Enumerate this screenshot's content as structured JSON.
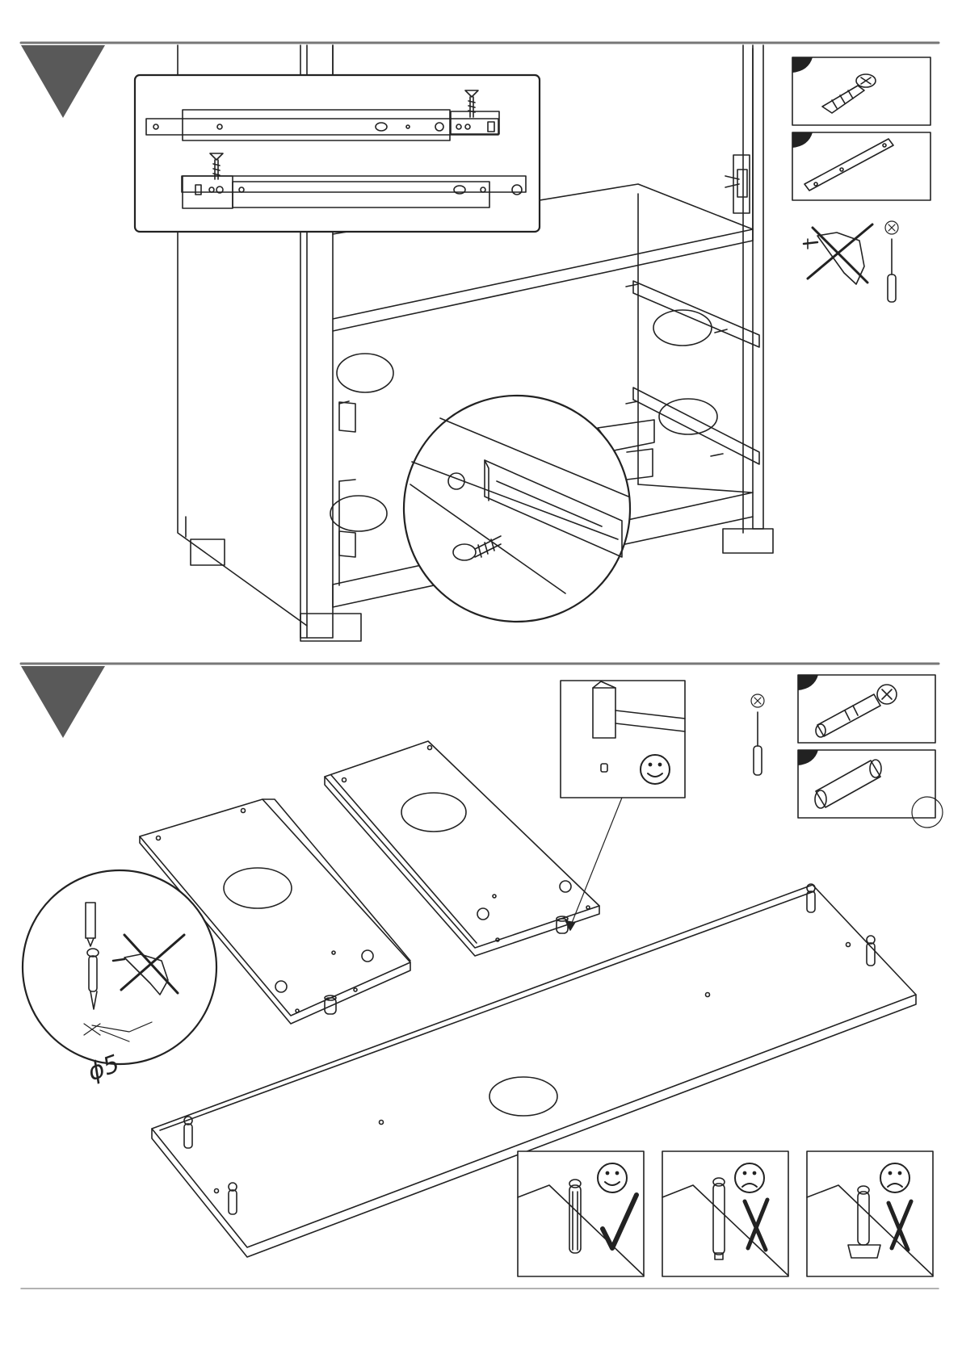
{
  "document": {
    "type": "furniture assembly instructions",
    "steps": [
      {
        "panel": "cabinet-drawer-runners",
        "parts": [
          {
            "icon": "flat-head-screw-icon"
          },
          {
            "icon": "drawer-runner-icon"
          }
        ],
        "tools": [
          {
            "icon": "power-drill-crossed-out-icon"
          },
          {
            "icon": "phillips-screwdriver-icon"
          }
        ]
      },
      {
        "panel": "drawer-panels-cam-bolts",
        "parts": [
          {
            "icon": "cam-bolt-icon"
          },
          {
            "icon": "wooden-dowel-icon"
          }
        ],
        "tools": [
          {
            "icon": "phillips-screwdriver-icon"
          },
          {
            "icon": "power-drill-crossed-out-icon"
          }
        ],
        "hole_note": "ϕ5",
        "insertion_checks": [
          {
            "result": "correct",
            "face": "happy-face-icon",
            "mark": "check-mark-icon"
          },
          {
            "result": "wrong",
            "face": "sad-face-icon",
            "mark": "cross-mark-icon"
          },
          {
            "result": "wrong",
            "face": "sad-face-icon",
            "mark": "cross-mark-icon"
          }
        ]
      }
    ],
    "colors": {
      "line": "#222222",
      "step_marker": "#595959",
      "separator": "#777777"
    }
  }
}
